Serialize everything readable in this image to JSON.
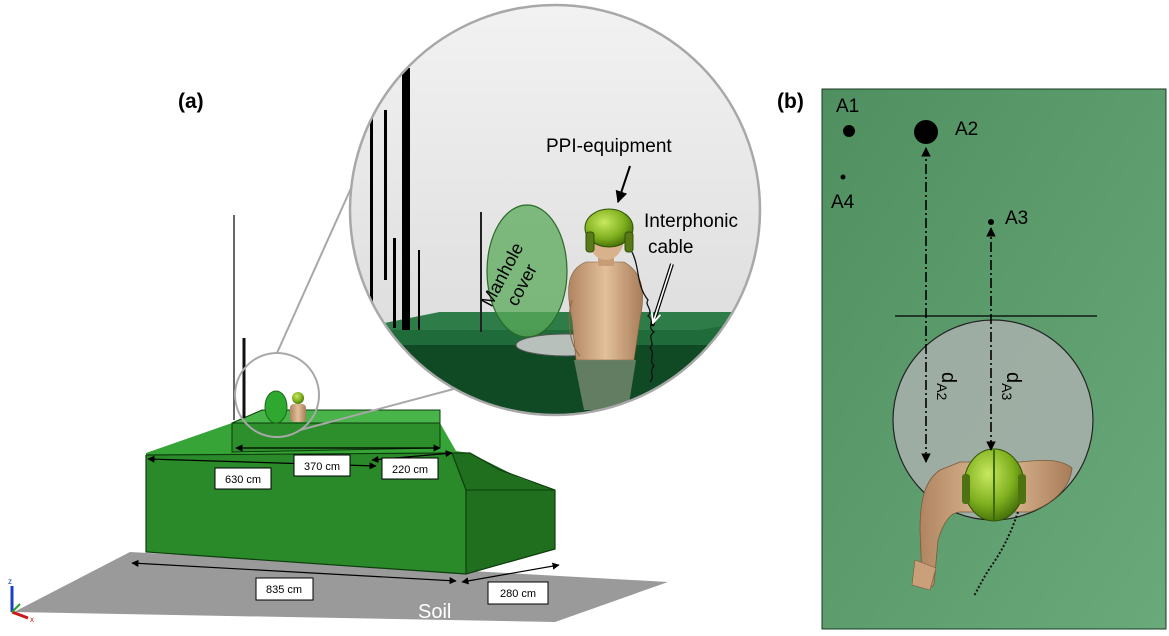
{
  "panel_a": {
    "label": "(a)",
    "dims": {
      "d630": "630 cm",
      "d370": "370 cm",
      "d220": "220 cm",
      "d835": "835 cm",
      "d280": "280 cm"
    },
    "soil_label": "Soil",
    "callouts": {
      "ppi": "PPI-equipment",
      "interphonic_line1": "Interphonic",
      "interphonic_line2": "cable",
      "manhole_line1": "Manhole",
      "manhole_line2": "cover"
    },
    "axes": {
      "z": "z",
      "x": "x"
    }
  },
  "panel_b": {
    "label": "(b)",
    "points": [
      {
        "label": "A1",
        "size": "medium"
      },
      {
        "label": "A2",
        "size": "large"
      },
      {
        "label": "A3",
        "size": "small"
      },
      {
        "label": "A4",
        "size": "small"
      }
    ],
    "dist_a2": {
      "main": "d",
      "sub": "A2"
    },
    "dist_a3": {
      "main": "d",
      "sub": "A3"
    }
  },
  "colors": {
    "green_top": "#36a436",
    "green_side": "#1f7a1f",
    "green_dark": "#145c14",
    "soil": "#9a9a9a",
    "field_b": "#5a9a6a",
    "helmet": "#7fb01e",
    "skin": "#d2aa82"
  }
}
